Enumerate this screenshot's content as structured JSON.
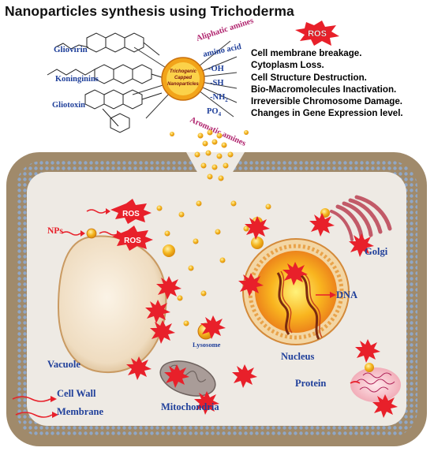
{
  "title": "Nanoparticles synthesis using Trichoderma",
  "ros_badge": "ROS",
  "effects": [
    "Cell membrane breakage.",
    "Cytoplasm Loss.",
    "Cell Structure Destruction.",
    "Bio-Macromolecules Inactivation.",
    "Irreversible Chromosome Damage.",
    "Changes in Gene Expression level."
  ],
  "molecules": {
    "gliovirin": "Gliovirin",
    "koninginins": "Koninginins",
    "gliotoxin": "Gliotoxin"
  },
  "nanoparticle_label": [
    "Trichogenic",
    "Capped",
    "Nanoparticles"
  ],
  "capping_groups": {
    "aliphatic": "Aliphatic amines",
    "amino": "amino acid",
    "oh": "-OH",
    "sh": "-SH",
    "nh": "-NH",
    "nh_sub": "2",
    "po": "PO",
    "po_sub": "4",
    "aromatic": "Aromatic amines"
  },
  "cell_labels": {
    "ros_top": "ROS",
    "ros_mid": "ROS",
    "nps": "NPs",
    "golgi": "Golgi",
    "dna": "DNA",
    "lysosome": "Lysosome",
    "vacuole": "Vacuole",
    "nucleus": "Nucleus",
    "protein": "Protein",
    "cell_wall": "Cell Wall",
    "membrane": "Membrane",
    "mitochondria": "Mitochondria"
  },
  "colors": {
    "ros_burst": "#e8202a",
    "label_blue": "#1f3f9a",
    "label_magenta": "#b0246e",
    "cell_wall": "#a08a6b",
    "cytoplasm": "#eeeae4",
    "nanoparticle": "#f2b01e",
    "nucleus": "#f7a21a"
  }
}
